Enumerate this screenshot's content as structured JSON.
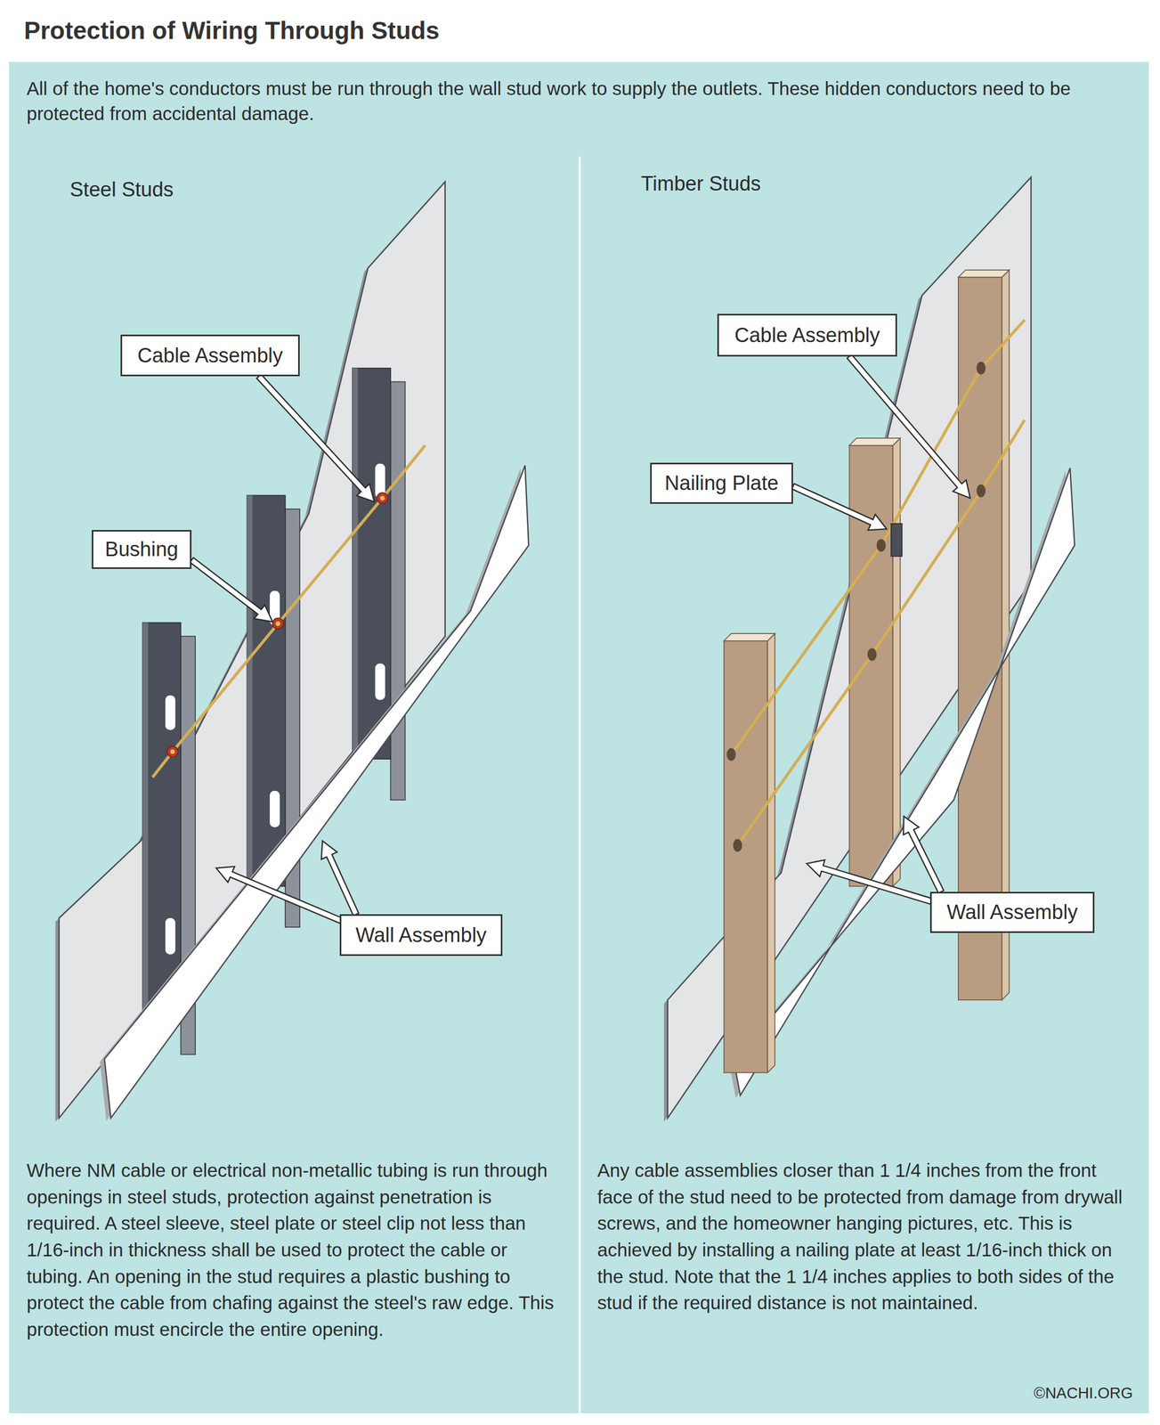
{
  "diagram": {
    "title": "Protection of Wiring Through Studs",
    "nodes": [
      {
        "text": [
          "Cable Assembly"
        ]
      },
      {
        "text": [
          "Bushing"
        ]
      },
      {
        "text": [
          "Wall Assembly"
        ]
      },
      {
        "text": [
          "Cable Assembly"
        ]
      },
      {
        "text": [
          "Nailing Plate"
        ]
      },
      {
        "text": [
          "Wall Assembly"
        ]
      }
    ],
    "labels": [
      "All of the home's conductors must be run through the wall stud work to supply the outlets. These hidden conductors need to be protected from accidental damage.",
      "Steel Studs",
      "Timber Studs",
      "Where NM cable or electrical non-metallic tubing is run through openings in steel studs, protection against penetration is required. A steel sleeve, steel plate or steel clip not less than 1/16-inch in thickness shall be used to protect the cable or tubing. An opening in the stud requires a plastic bushing to protect the cable from chafing against the steel's raw edge. This protection must encircle the entire opening.",
      "Any cable assemblies closer than 1 1/4 inches from the front face of the stud need to be protected from damage from drywall screws, and the homeowner hanging pictures, etc. This is achieved by installing a nailing plate at least 1/16-inch thick on the stud. Note that the 1 1/4 inches applies to both sides of the stud if the required distance is not maintained.",
      "©NACHI.ORG"
    ]
  }
}
